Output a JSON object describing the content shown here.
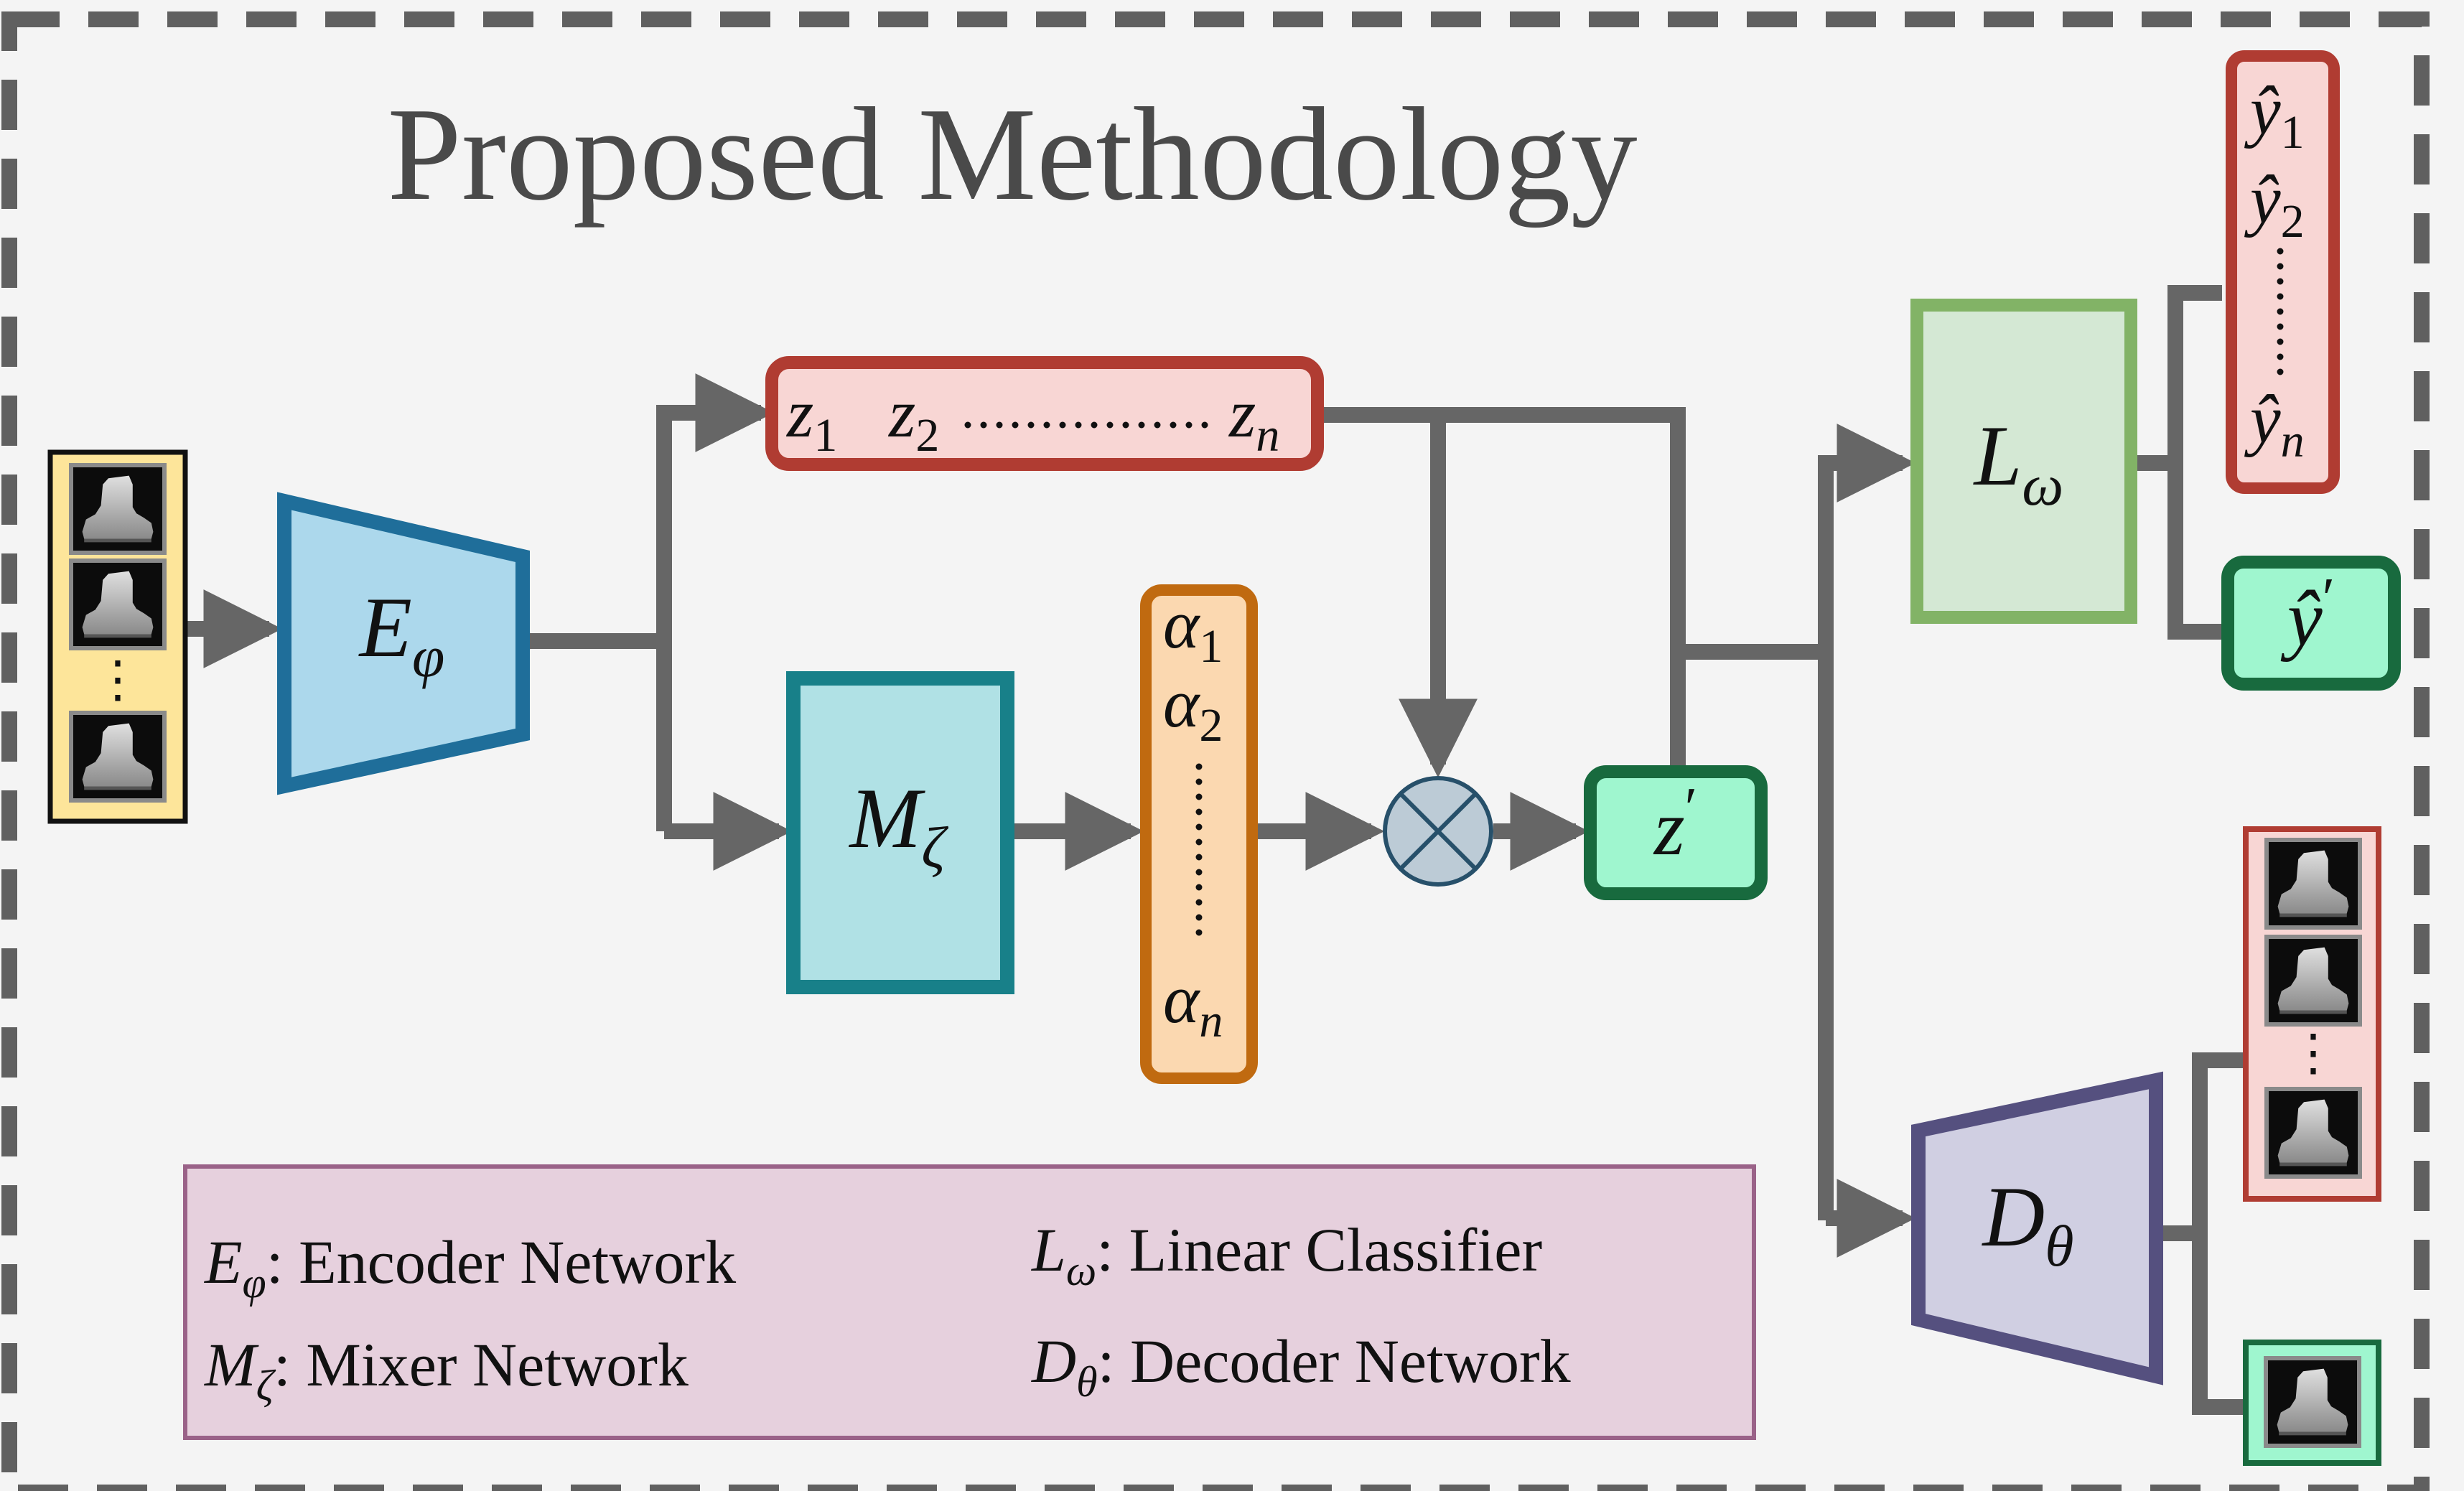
{
  "title": "Proposed Methodology",
  "colors": {
    "background": "#f4f4f4",
    "border_dash": "#606060",
    "arrow": "#666666",
    "input_fill": "#fde59a",
    "encoder_fill": "#acd8ec",
    "encoder_stroke": "#1f6e9a",
    "latent_fill": "#f8d6d4",
    "latent_stroke": "#b03c32",
    "mixer_fill": "#b0e1e5",
    "mixer_stroke": "#188089",
    "alpha_fill": "#fbd8b0",
    "alpha_stroke": "#c06a10",
    "multiply_fill": "#bccbd6",
    "multiply_stroke": "#27506a",
    "zprime_fill": "#9ff6cf",
    "zprime_stroke": "#186a3e",
    "classifier_fill": "#d4e8d4",
    "classifier_stroke": "#82b366",
    "output_fill": "#f8d6d4",
    "output_stroke": "#b03c32",
    "decoder_fill": "#d0cfe2",
    "decoder_stroke": "#55507f",
    "legend_fill": "#e6d0dd",
    "legend_stroke": "#9a6288"
  },
  "nodes": {
    "encoder": {
      "symbol": "E",
      "sub": "φ"
    },
    "mixer": {
      "symbol": "M",
      "sub": "ζ"
    },
    "classifier": {
      "symbol": "L",
      "sub": "ω"
    },
    "decoder": {
      "symbol": "D",
      "sub": "θ"
    },
    "mixed_latent": {
      "symbol": "z",
      "prime": "′"
    },
    "mixed_prediction": {
      "symbol": "ŷ",
      "prime": "′"
    },
    "latents": [
      {
        "symbol": "z",
        "sub": "1"
      },
      {
        "symbol": "z",
        "sub": "2"
      },
      {
        "symbol": "z",
        "sub": "n"
      }
    ],
    "mix_weights": [
      {
        "symbol": "α",
        "sub": "1"
      },
      {
        "symbol": "α",
        "sub": "2"
      },
      {
        "symbol": "α",
        "sub": "n"
      }
    ],
    "predictions": [
      {
        "symbol": "ŷ",
        "sub": "1"
      },
      {
        "symbol": "ŷ",
        "sub": "2"
      },
      {
        "symbol": "ŷ",
        "sub": "n"
      }
    ],
    "input_images": [
      "boot-image-icon",
      "boot-image-icon",
      "boot-image-icon"
    ]
  },
  "legend": [
    {
      "symbol": "E",
      "sub": "φ",
      "text": ": Encoder Network"
    },
    {
      "symbol": "M",
      "sub": "ζ",
      "text": ": Mixer Network"
    },
    {
      "symbol": "L",
      "sub": "ω",
      "text": ": Linear Classifier"
    },
    {
      "symbol": "D",
      "sub": "θ",
      "text": ": Decoder Network"
    }
  ]
}
